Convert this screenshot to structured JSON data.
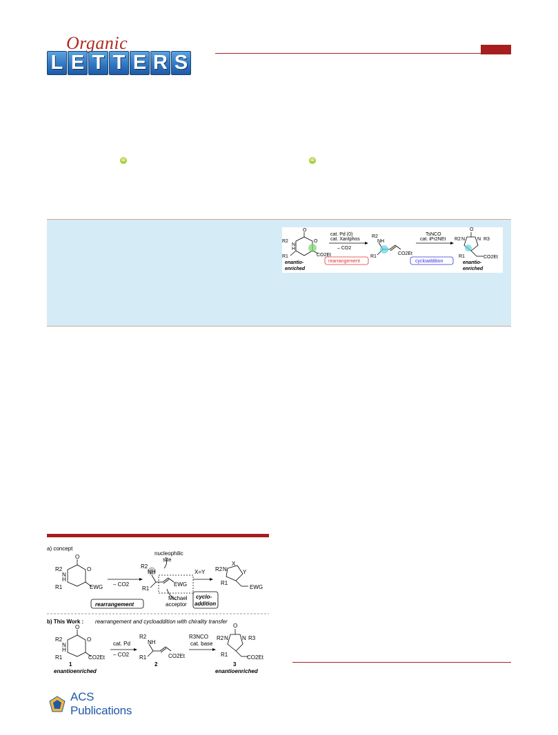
{
  "journal": {
    "script_word": "Organic",
    "block_letters": [
      "L",
      "E",
      "T",
      "T",
      "E",
      "R",
      "S"
    ],
    "colors": {
      "accent": "#a61e1e",
      "logo_blue": "#2f74c0",
      "panel": "#d5ecf7"
    }
  },
  "toc_graphic": {
    "step1_reagents": [
      "cat. Pd (0)",
      "cat. Xantphos",
      "– CO2"
    ],
    "step2_reagents": [
      "TsNCO",
      "cat. iPr2NEt"
    ],
    "label_left": [
      "enantio-",
      "enriched"
    ],
    "label_right": [
      "enantio-",
      "enriched"
    ],
    "box_rearrangement": "rearrangement",
    "box_cycloaddition": "cycloaddition",
    "substituents": {
      "r1": "R1",
      "r2": "R2",
      "r3": "R3",
      "co2et": "CO2Et",
      "nh": "NH",
      "h": "H",
      "n": "N",
      "o": "O"
    }
  },
  "figure1": {
    "panel_a_title": "a) concept",
    "panel_a_labels": {
      "ewg": "EWG",
      "minus_co2": "– CO2",
      "rearrangement": "rearrangement",
      "nucleophilic_site": [
        "nucleophilic",
        "site"
      ],
      "michael_acceptor": [
        "Michael",
        "acceptor"
      ],
      "xy": "X=Y",
      "cycloaddition": [
        "cyclo-",
        "addition"
      ],
      "x": "X",
      "y": "Y"
    },
    "panel_b_title": "b) This Work :",
    "panel_b_subtitle": "rearrangement and cycloaddition with chirality transfer",
    "panel_b_labels": {
      "cat_pd": "cat. Pd",
      "minus_co2": "– CO2",
      "r3nco": "R3NCO",
      "cat_base": "cat. base",
      "compound_1": "1",
      "compound_2": "2",
      "compound_3": "3",
      "enantio_left": "enantioenriched",
      "enantio_right": "enantioenriched",
      "co2et": "CO2Et"
    }
  },
  "footer": {
    "publisher": "ACS Publications"
  }
}
